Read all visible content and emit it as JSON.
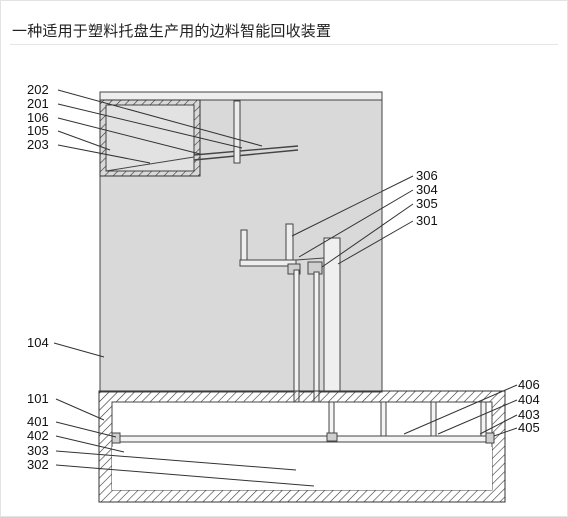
{
  "title": "一种适用于塑料托盘生产用的边料智能回收装置",
  "labels": {
    "l202": "202",
    "l201": "201",
    "l106": "106",
    "l105": "105",
    "l203": "203",
    "l306": "306",
    "l304": "304",
    "l305": "305",
    "l301": "301",
    "l104": "104",
    "l406": "406",
    "l101": "101",
    "l404": "404",
    "l401": "401",
    "l403": "403",
    "l402": "402",
    "l405": "405",
    "l303": "303",
    "l302": "302"
  }
}
